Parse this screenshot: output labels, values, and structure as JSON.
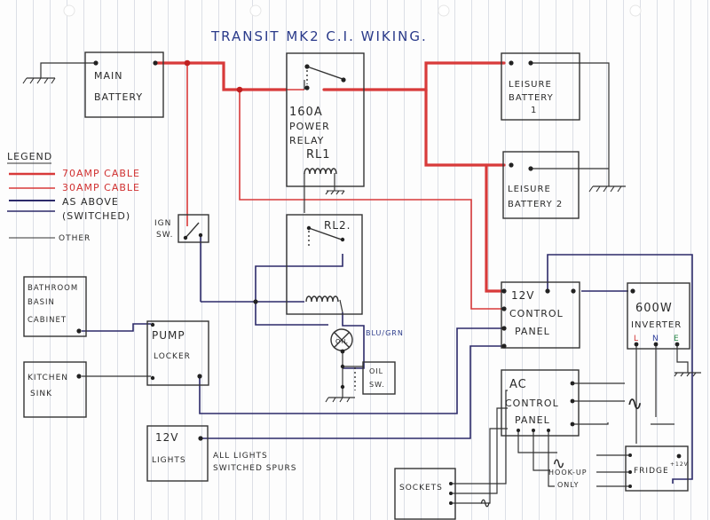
{
  "title": "TRANSIT MK2 C.I. WIKING.",
  "legend": {
    "heading": "LEGEND",
    "items": [
      {
        "label": "70AMP CABLE",
        "color": "#d83a3a"
      },
      {
        "label": "30AMP CABLE",
        "color": "#d83a3a"
      },
      {
        "label": "AS ABOVE",
        "color": "#2c2a6a"
      },
      {
        "label": "(SWITCHED)",
        "color": "#2c2a6a"
      },
      {
        "label": "OTHER",
        "color": "#333333"
      }
    ]
  },
  "components": {
    "main_battery": [
      "MAIN",
      "BATTERY"
    ],
    "relay1": [
      "160A",
      "POWER",
      "RELAY",
      "RL1"
    ],
    "leisure1": [
      "LEISURE",
      "BATTERY",
      "1"
    ],
    "leisure2": [
      "LEISURE",
      "BATTERY 2"
    ],
    "ign": [
      "IGN",
      "SW."
    ],
    "relay2": "RL2.",
    "bathroom": [
      "BATHROOM",
      "BASIN",
      "CABINET"
    ],
    "kitchen": [
      "KITCHEN",
      "SINK"
    ],
    "pump": [
      "PUMP",
      "LOCKER"
    ],
    "control12": [
      "12V",
      "CONTROL",
      "PANEL"
    ],
    "inverter": [
      "600W",
      "INVERTER"
    ],
    "inverter_terms": {
      "L": "L",
      "N": "N",
      "E": "E"
    },
    "blu_grn": "BLU/GRN",
    "oil_sw": [
      "OIL",
      "SW."
    ],
    "oil_lamp": "OIL",
    "ac_panel": [
      "AC",
      "CONTROL",
      "PANEL"
    ],
    "lights": [
      "12V",
      "LIGHTS"
    ],
    "lights_note": [
      "ALL LIGHTS",
      "SWITCHED SPURS"
    ],
    "sockets": "SOCKETS",
    "hookup": [
      "HOOK-UP",
      "ONLY"
    ],
    "fridge": "FRIDGE",
    "fridge_tag": "+12V",
    "ac_symbol": "∿"
  },
  "colors": {
    "thick_red": "#d83a3a",
    "thin_red": "#d83a3a",
    "switched": "#2c2a6a",
    "other": "#333333",
    "title": "#2a3a8a"
  }
}
